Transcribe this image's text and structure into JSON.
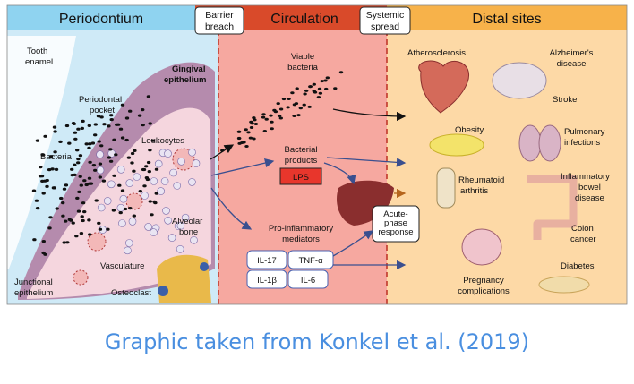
{
  "headers": {
    "periodontium": "Periodontium",
    "barrier_breach_1": "Barrier",
    "barrier_breach_2": "breach",
    "circulation": "Circulation",
    "systemic_spread_1": "Systemic",
    "systemic_spread_2": "spread",
    "distal_sites": "Distal sites"
  },
  "periodontium": {
    "tooth_enamel_1": "Tooth",
    "tooth_enamel_2": "enamel",
    "periodontal_pocket_1": "Periodontal",
    "periodontal_pocket_2": "pocket",
    "gingival_epithelium_1": "Gingival",
    "gingival_epithelium_2": "epithelium",
    "leukocytes": "Leukocytes",
    "bacteria": "Bacteria",
    "alveolar_bone_1": "Alveolar",
    "alveolar_bone_2": "bone",
    "vasculature": "Vasculature",
    "osteoclast": "Osteoclast",
    "junctional_epithelium_1": "Junctional",
    "junctional_epithelium_2": "epithelium"
  },
  "circulation": {
    "viable_bacteria_1": "Viable",
    "viable_bacteria_2": "bacteria",
    "bacterial_products_1": "Bacterial",
    "bacterial_products_2": "products",
    "lps": "LPS",
    "pro_inflammatory_1": "Pro-inflammatory",
    "pro_inflammatory_2": "mediators",
    "il17": "IL-17",
    "tnfa": "TNF-α",
    "il1b": "IL-1β",
    "il6": "IL-6",
    "acute_phase_1": "Acute-",
    "acute_phase_2": "phase",
    "acute_phase_3": "response"
  },
  "distal": {
    "atherosclerosis": "Atherosclerosis",
    "alzheimers_1": "Alzheimer's",
    "alzheimers_2": "disease",
    "stroke": "Stroke",
    "obesity": "Obesity",
    "pulmonary_1": "Pulmonary",
    "pulmonary_2": "infections",
    "rheumatoid_1": "Rheumatoid",
    "rheumatoid_2": "arthritis",
    "ibd_1": "Inflammatory",
    "ibd_2": "bowel",
    "ibd_3": "disease",
    "colon_1": "Colon",
    "colon_2": "cancer",
    "diabetes": "Diabetes",
    "pregnancy_1": "Pregnancy",
    "pregnancy_2": "complications"
  },
  "caption": "Graphic taken from Konkel et al. (2019)",
  "colors": {
    "periodontium_bg": "#cfeaf7",
    "circulation_bg": "#f6a8a0",
    "distal_bg": "#fdd9a6",
    "header_periodontium": "#8fd3f0",
    "header_circulation": "#d94a2a",
    "header_distal": "#f7b24a",
    "gingiva": "#b07aa0",
    "lps_box": "#e8362c",
    "arrow_blue": "#3a4f8f",
    "caption": "#4a8fe0"
  }
}
